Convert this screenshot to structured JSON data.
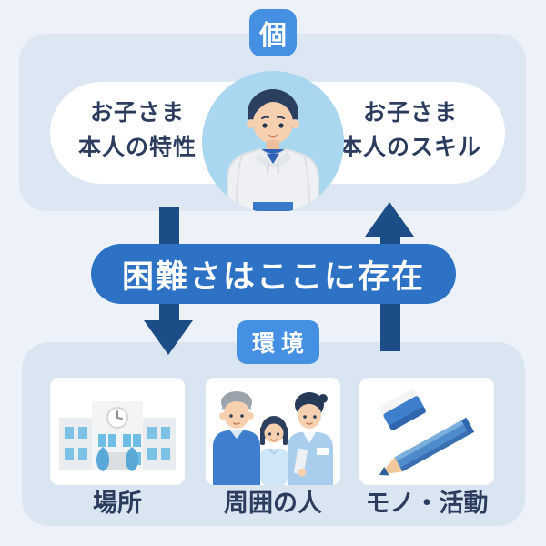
{
  "colors": {
    "page_bg": "#edf2fa",
    "section_bg": "#dce7f3",
    "badge_blue": "#4590e2",
    "banner_blue": "#2e72c6",
    "arrow_navy": "#1c4d87",
    "text_navy": "#2b3c5e",
    "avatar_circle_bg": "#a9d7f0",
    "card_bg": "#ffffff"
  },
  "individual_section": {
    "badge_label": "個",
    "left_label": {
      "line1": "お子さま",
      "line2": "本人の特性"
    },
    "right_label": {
      "line1": "お子さま",
      "line2": "本人のスキル"
    },
    "avatar": "child-in-hoodie-illustration"
  },
  "banner": {
    "text": "困難さはここに存在"
  },
  "environment_section": {
    "badge_label": "環境",
    "cards": [
      {
        "label": "場所",
        "icon": "school-illustration"
      },
      {
        "label": "周囲の人",
        "icon": "surrounding-people-illustration"
      },
      {
        "label": "モノ・活動",
        "icon": "pencil-eraser-illustration"
      }
    ]
  }
}
